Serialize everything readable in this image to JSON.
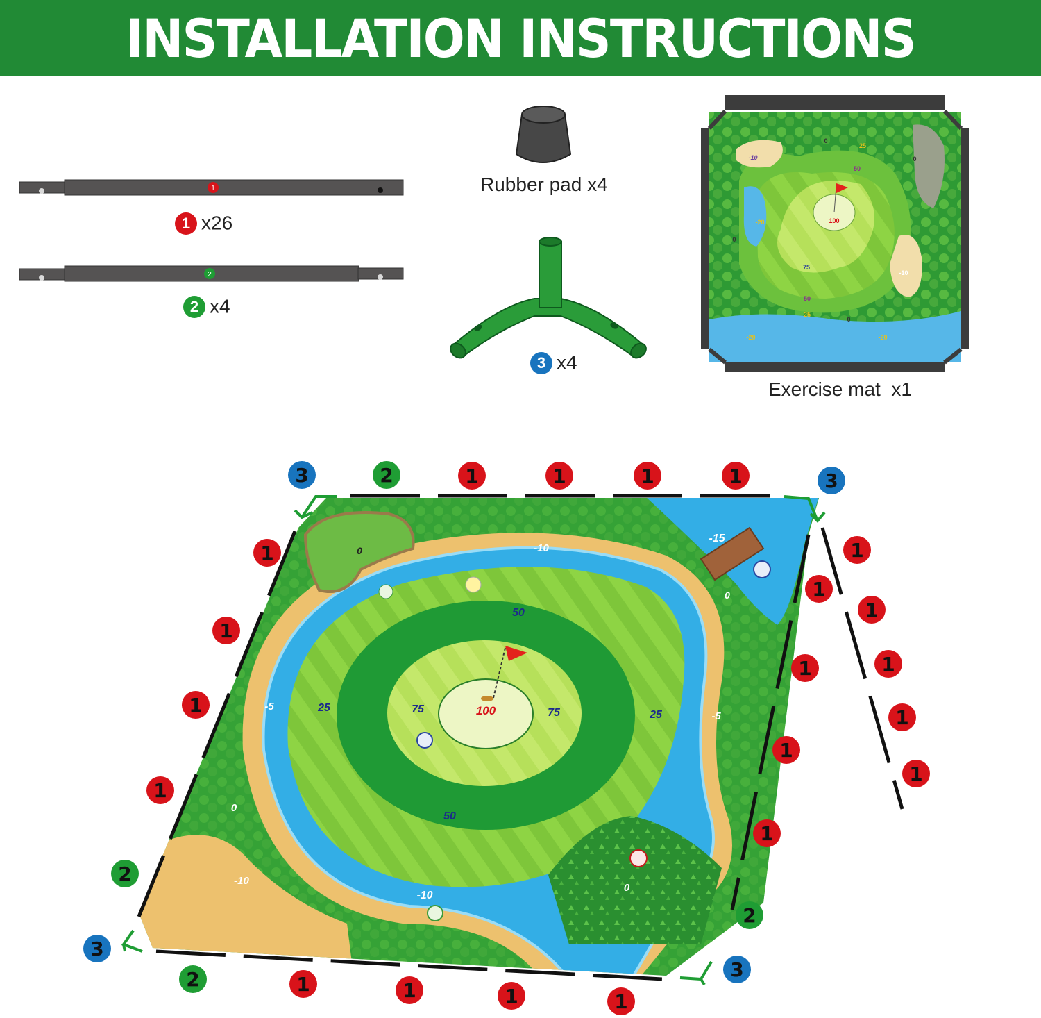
{
  "header": {
    "title": "INSTALLATION INSTRUCTIONS"
  },
  "colors": {
    "header_bg": "#218a35",
    "red": "#d8131a",
    "green": "#1f9d34",
    "blue": "#1874be",
    "pole": "#555353"
  },
  "parts": {
    "pole1": {
      "mark": "1",
      "label": "x26"
    },
    "pole2": {
      "mark": "2",
      "label": "x4"
    },
    "rubber_pad": {
      "label": "Rubber pad x4"
    },
    "connector": {
      "mark": "3",
      "label": "x4"
    },
    "mat": {
      "label": "Exercise mat  x1"
    }
  },
  "mini_mat": {
    "scores": [
      "-10",
      "0",
      "25",
      "50",
      "100",
      "-20",
      "0",
      "75",
      "-10",
      "0",
      "50",
      "25",
      "0",
      "-20",
      "-20"
    ]
  },
  "big_mat": {
    "scores": {
      "top_water": "-10",
      "bridge": "-15",
      "rocks_top": "0",
      "bridge_bottom": "0",
      "outer_50_top": "50",
      "left_minus5": "-5",
      "right_minus5": "-5",
      "ring25_left": "25",
      "ring25_right": "25",
      "ring75_left": "75",
      "ring75_right": "75",
      "center": "100",
      "outer_50_bottom": "50",
      "left_bush": "0",
      "sand": "-10",
      "water_bottom": "-10",
      "field": "0"
    }
  },
  "diagram": {
    "top": [
      "3",
      "2",
      "1",
      "1",
      "1",
      "1",
      "3"
    ],
    "left": [
      "1",
      "1",
      "1",
      "1",
      "2",
      "3"
    ],
    "right_inner": [
      "1",
      "1",
      "1",
      "1",
      "2",
      "3"
    ],
    "right_outer": [
      "1",
      "1",
      "1",
      "1",
      "1"
    ],
    "bottom": [
      "2",
      "1",
      "1",
      "1",
      "1"
    ]
  }
}
